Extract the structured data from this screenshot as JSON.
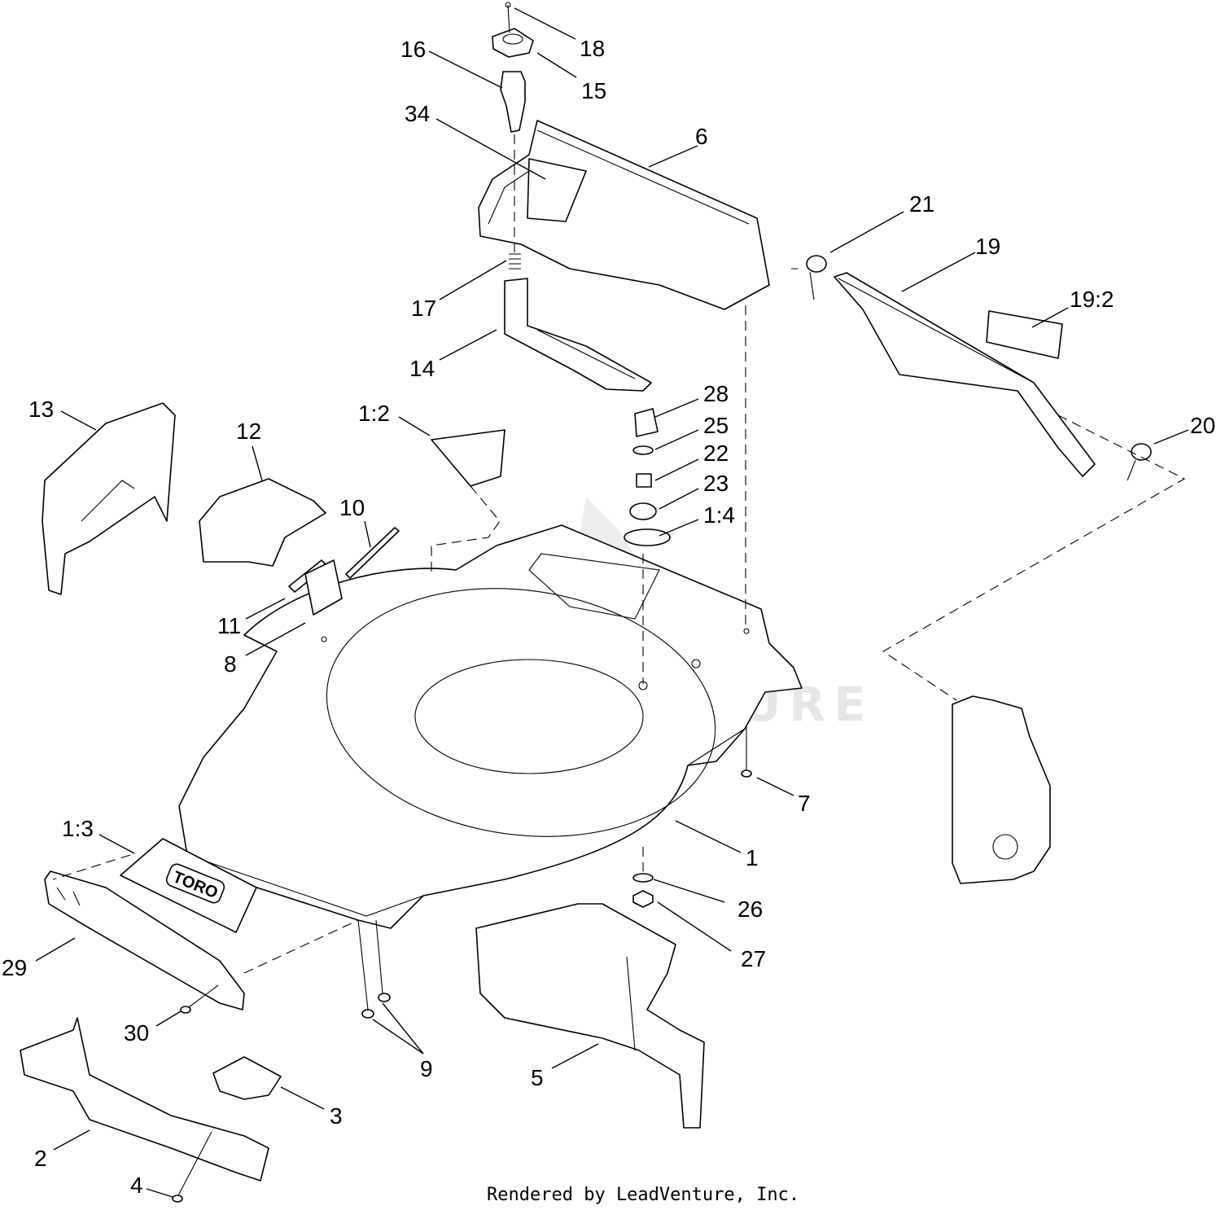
{
  "watermark": "LEADVENTURE",
  "footer": "Rendered by LeadVenture, Inc.",
  "labels": [
    {
      "id": "18",
      "text": "18"
    },
    {
      "id": "16",
      "text": "16"
    },
    {
      "id": "15",
      "text": "15"
    },
    {
      "id": "34",
      "text": "34"
    },
    {
      "id": "6",
      "text": "6"
    },
    {
      "id": "21",
      "text": "21"
    },
    {
      "id": "19",
      "text": "19"
    },
    {
      "id": "19-2",
      "text": "19:2"
    },
    {
      "id": "17",
      "text": "17"
    },
    {
      "id": "14",
      "text": "14"
    },
    {
      "id": "28",
      "text": "28"
    },
    {
      "id": "25",
      "text": "25"
    },
    {
      "id": "22",
      "text": "22"
    },
    {
      "id": "23",
      "text": "23"
    },
    {
      "id": "1-4",
      "text": "1:4"
    },
    {
      "id": "20",
      "text": "20"
    },
    {
      "id": "13",
      "text": "13"
    },
    {
      "id": "12",
      "text": "12"
    },
    {
      "id": "1-2",
      "text": "1:2"
    },
    {
      "id": "10",
      "text": "10"
    },
    {
      "id": "11",
      "text": "11"
    },
    {
      "id": "8",
      "text": "8"
    },
    {
      "id": "7",
      "text": "7"
    },
    {
      "id": "1-3",
      "text": "1:3"
    },
    {
      "id": "1",
      "text": "1"
    },
    {
      "id": "26",
      "text": "26"
    },
    {
      "id": "27",
      "text": "27"
    },
    {
      "id": "29",
      "text": "29"
    },
    {
      "id": "30",
      "text": "30"
    },
    {
      "id": "9",
      "text": "9"
    },
    {
      "id": "5",
      "text": "5"
    },
    {
      "id": "3",
      "text": "3"
    },
    {
      "id": "2",
      "text": "2"
    },
    {
      "id": "4",
      "text": "4"
    }
  ],
  "logo_text": "TORO"
}
